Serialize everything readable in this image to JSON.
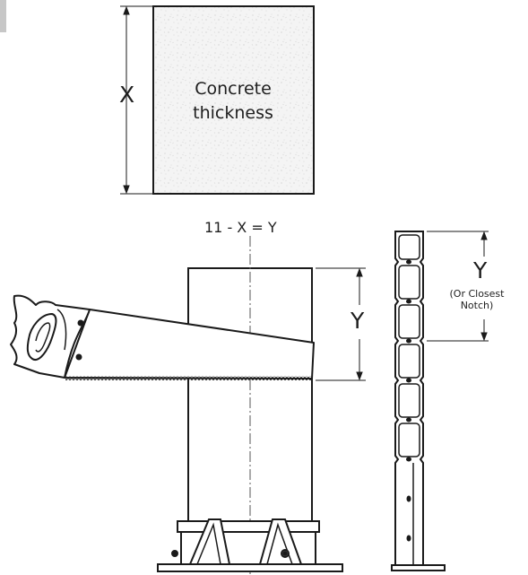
{
  "labels": {
    "x_dimension": "X",
    "concrete_line1": "Concrete",
    "concrete_line2": "thickness",
    "formula": "11 - X = Y",
    "y_post": "Y",
    "y_bracket": "Y",
    "closest_notch_line1": "(Or Closest",
    "closest_notch_line2": "Notch)"
  },
  "colors": {
    "line": "#1a1a1a",
    "concrete_fill": "#f3f3f3",
    "corner_tab": "#c7c7c7"
  },
  "icons": {
    "saw": "hand-saw-icon"
  }
}
